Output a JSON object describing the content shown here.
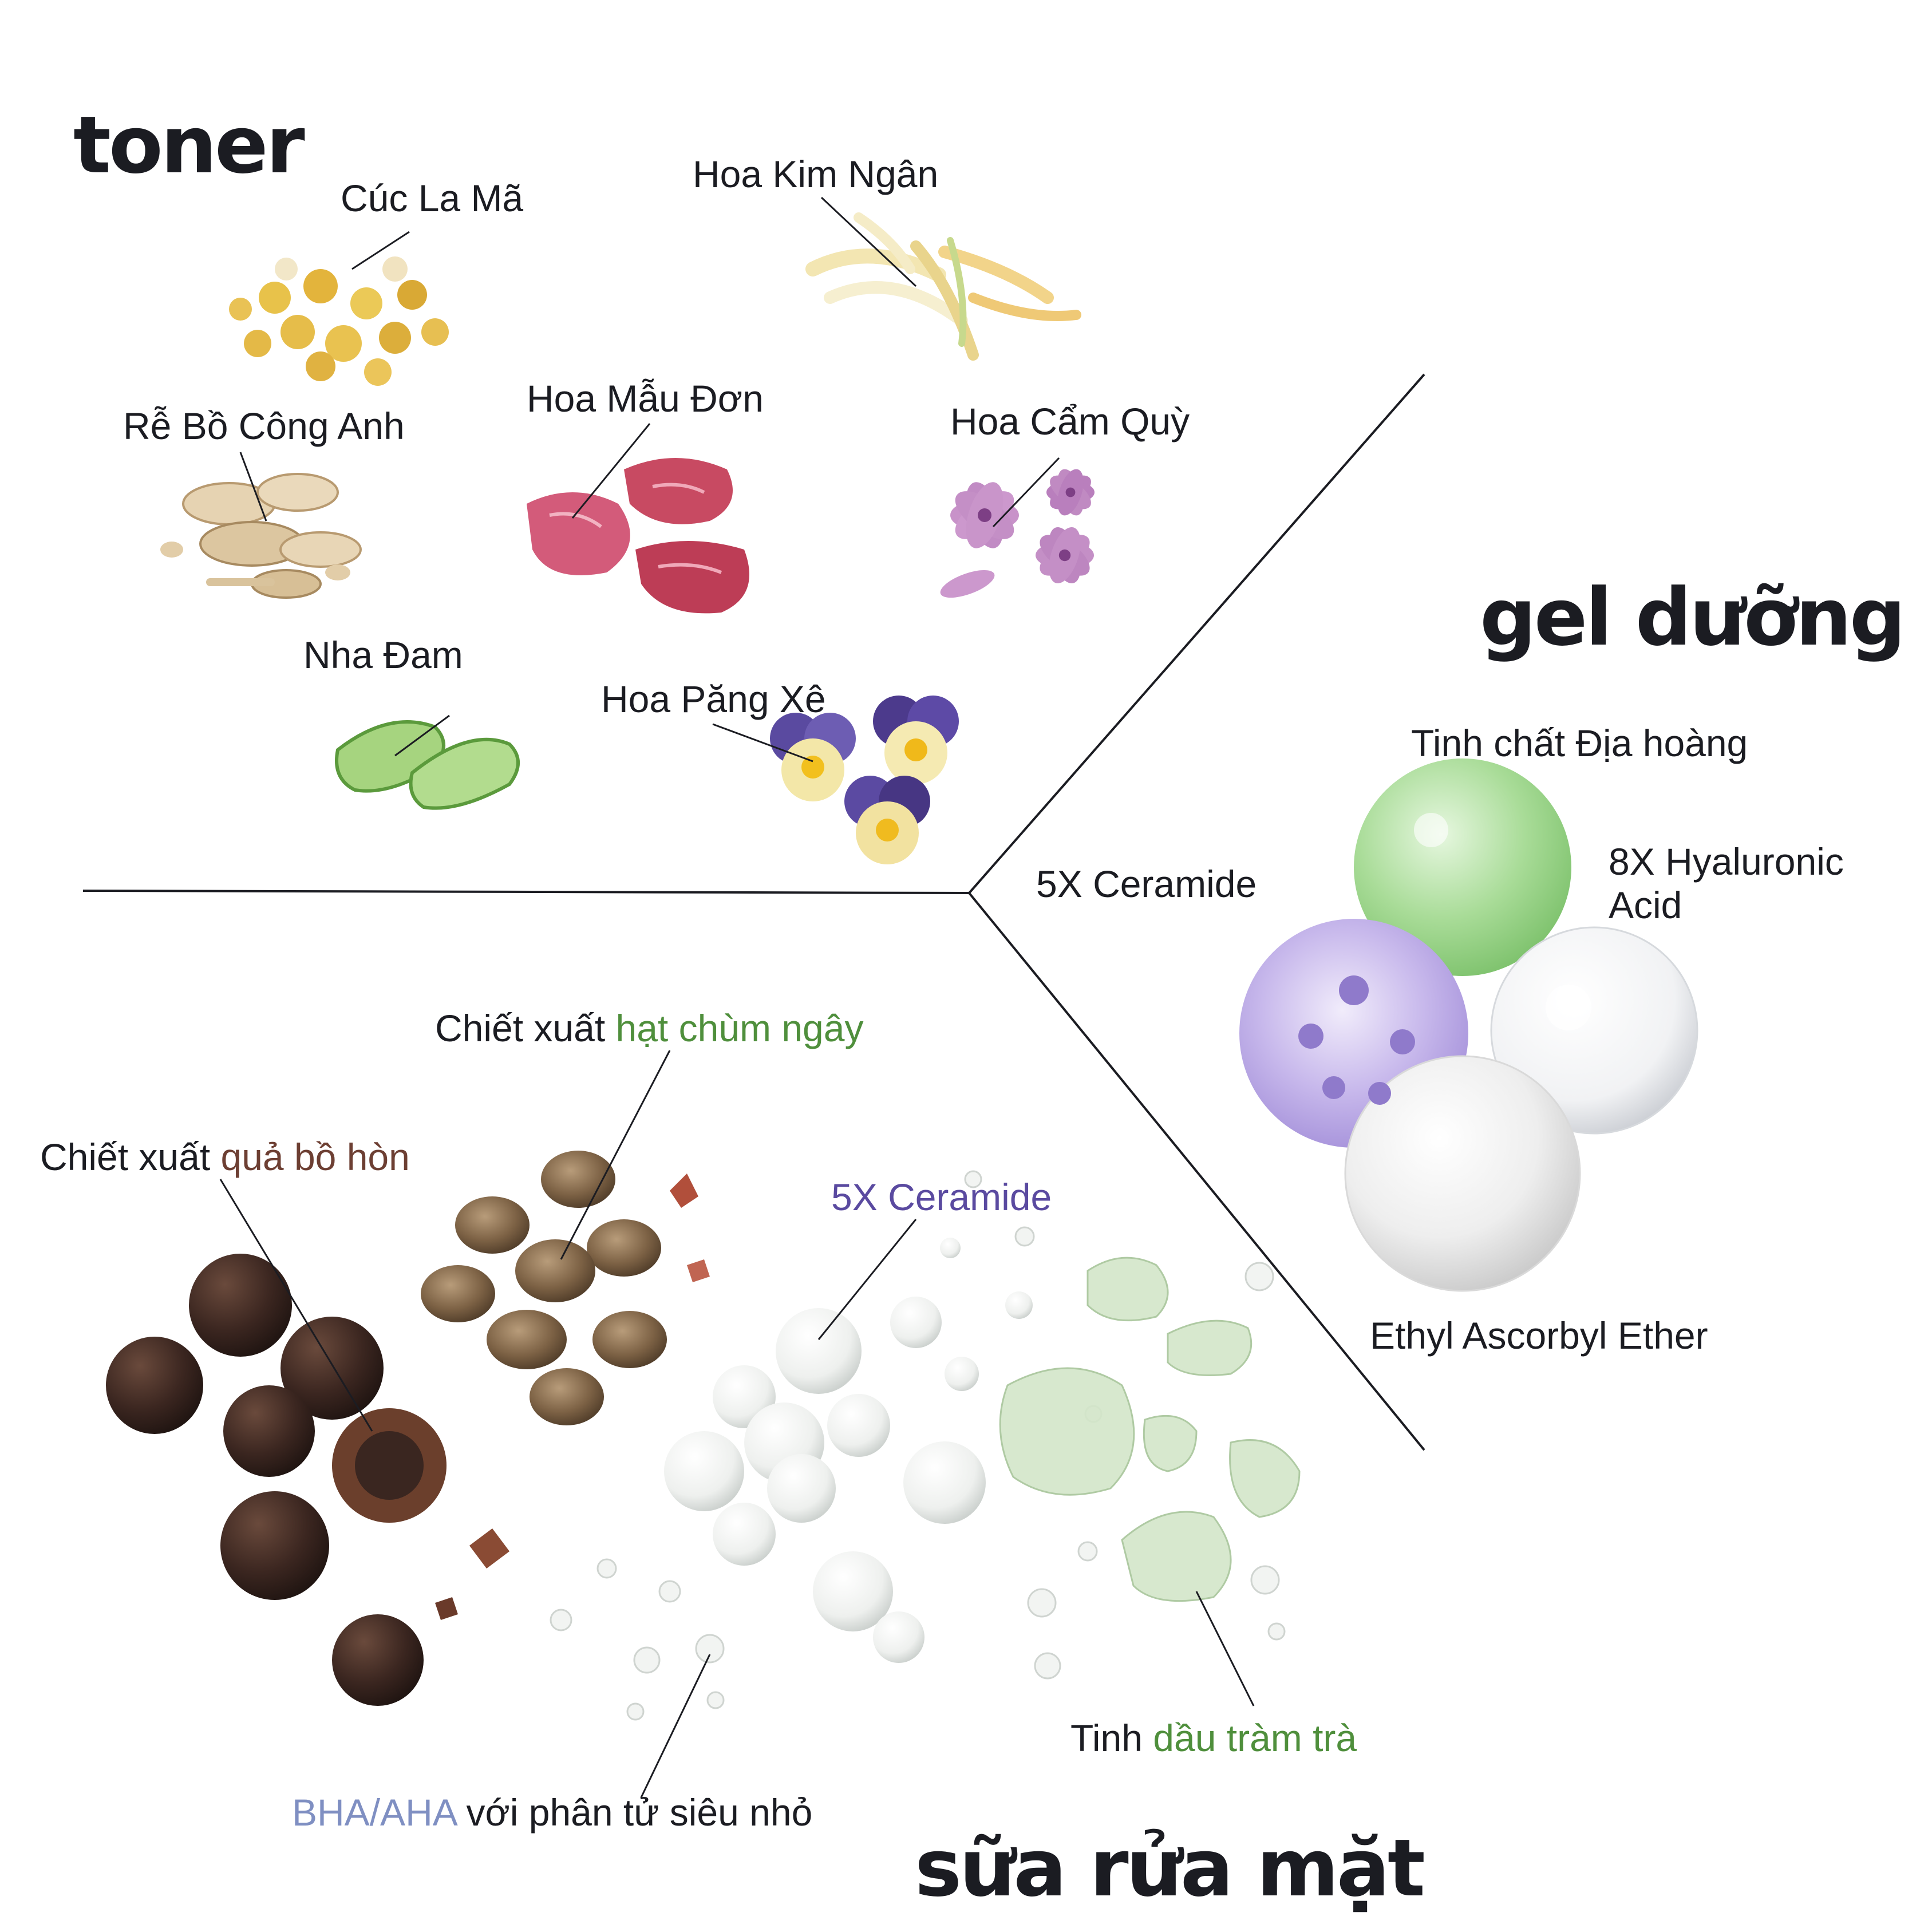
{
  "sections": {
    "toner": "toner",
    "gel": "gel dưỡng",
    "cleanser": "sữa rửa mặt"
  },
  "toner_ingredients": {
    "chamomile": "Cúc La Mã",
    "honeysuckle": "Hoa Kim Ngân",
    "dandelion_root": "Rễ Bồ Công Anh",
    "peony": "Hoa Mẫu Đơn",
    "mallow": "Hoa Cẩm Quỳ",
    "aloe": "Nha Đam",
    "pansy": "Hoa Păng Xê"
  },
  "gel_ingredients": {
    "rehmannia": "Tinh chất Địa hoàng",
    "ceramide": "5X Ceramide",
    "hyaluronic_line1": "8X Hyaluronic",
    "hyaluronic_line2": "Acid",
    "vitc": "Ethyl Ascorbyl Ether"
  },
  "cleanser_ingredients": {
    "moringa_prefix": "Chiết xuất",
    "moringa_highlight": "hạt chùm ngây",
    "soapnut_prefix": "Chiết xuất",
    "soapnut_highlight": "quả bồ hòn",
    "ceramide": "5X Ceramide",
    "tea_tree_prefix": "Tinh",
    "tea_tree_highlight": "dầu tràm trà",
    "bha_highlight": "BHA/AHA",
    "bha_suffix": "với phân tử siêu nhỏ"
  },
  "colors": {
    "text": "#1b1c22",
    "green_highlight": "#4f8f3c",
    "brown_highlight": "#6d3f33",
    "purple_highlight": "#5a4aa0",
    "blue_highlight": "#7f8fc2"
  }
}
